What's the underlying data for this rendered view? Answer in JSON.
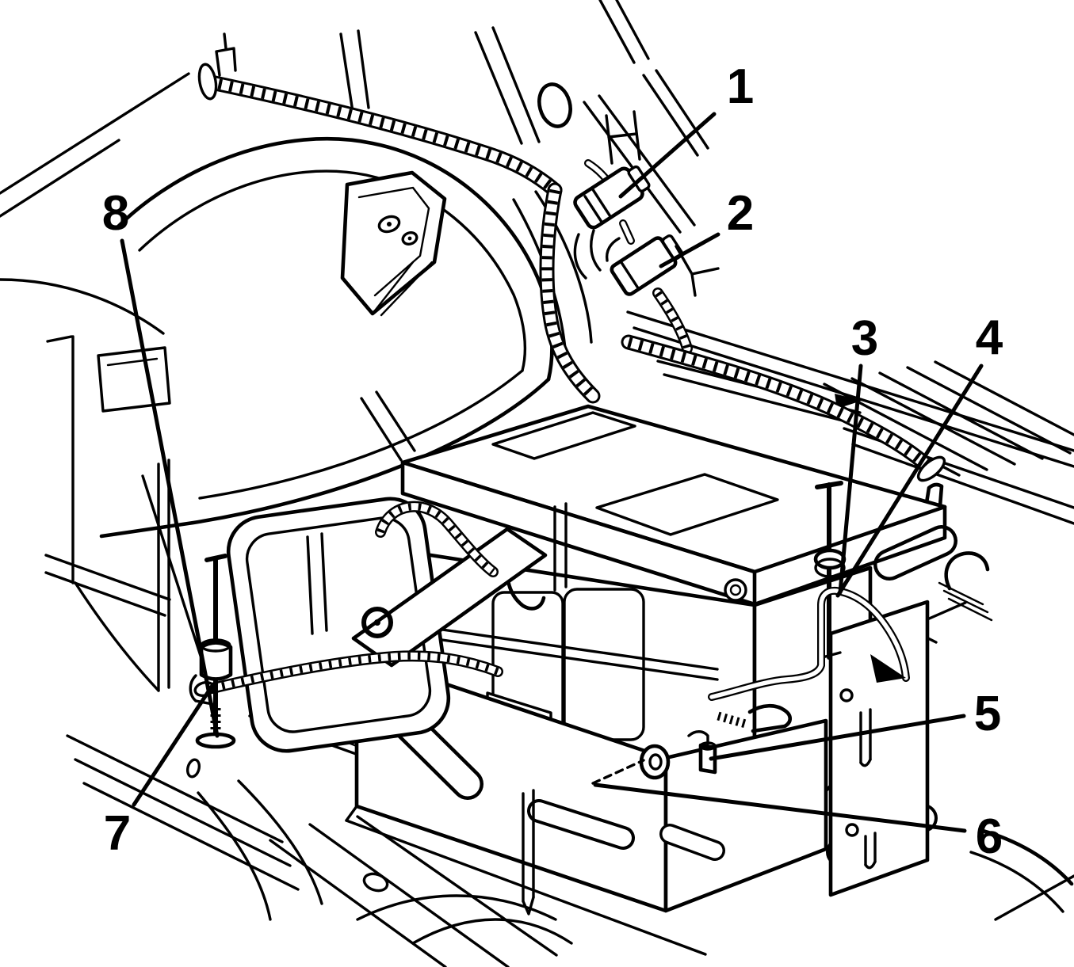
{
  "figure": {
    "kind": "technical-line-illustration",
    "subject": "vehicle-battery-tray-and-cable-assembly",
    "background_color": "#ffffff",
    "line_color": "#000000"
  },
  "callouts": [
    {
      "label": "1"
    },
    {
      "label": "2"
    },
    {
      "label": "3"
    },
    {
      "label": "4"
    },
    {
      "label": "5"
    },
    {
      "label": "6"
    },
    {
      "label": "7"
    },
    {
      "label": "8"
    }
  ]
}
